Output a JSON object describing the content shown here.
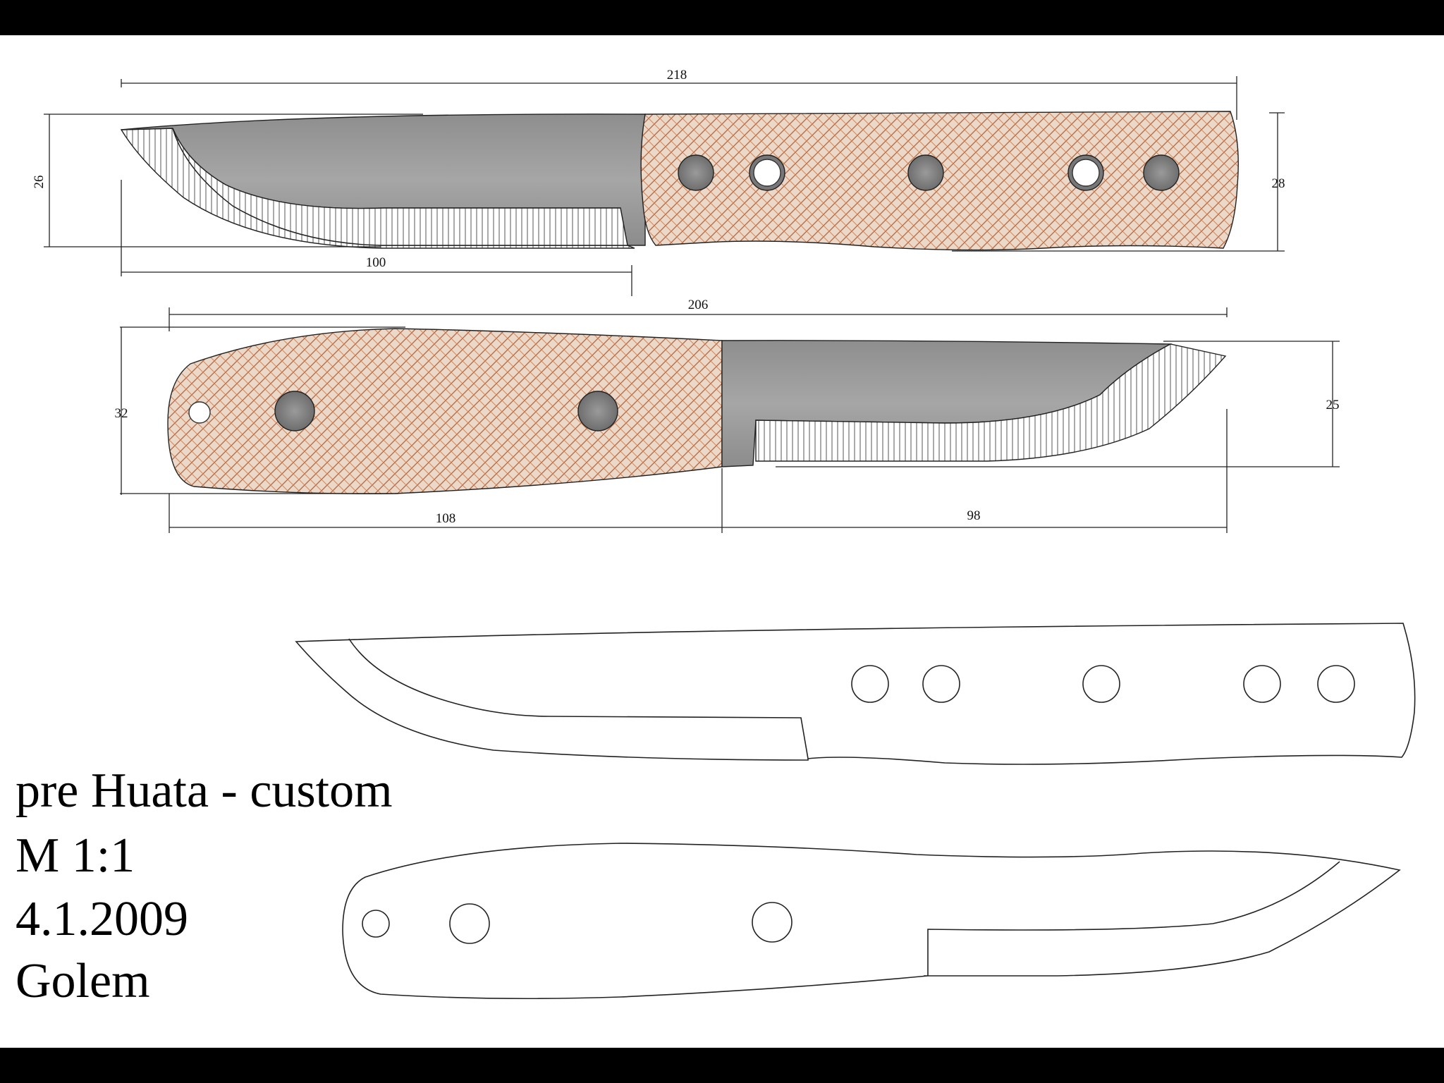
{
  "top_view": {
    "dim_overall": "218",
    "dim_blade": "100",
    "dim_blade_height": "26",
    "dim_handle_height": "28"
  },
  "second_view": {
    "dim_overall": "206",
    "dim_handle": "108",
    "dim_blade": "98",
    "dim_handle_height": "32",
    "dim_blade_height": "25"
  },
  "title_block": {
    "line1": "pre Huata - custom",
    "line2": "M 1:1",
    "line3": "4.1.2009",
    "line4": "Golem"
  },
  "colors": {
    "background": "#000000",
    "paper": "#ffffff",
    "handle_fill": "#ecd8c8",
    "handle_weave": "#b4643c",
    "blade_steel": "#9a9a9a",
    "bolt": "#8a8a8a"
  }
}
